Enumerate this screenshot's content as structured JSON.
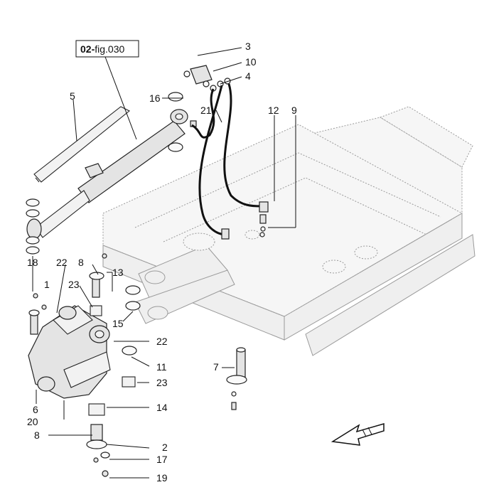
{
  "reference_box": {
    "prefix": "02-",
    "suffix": "fig.030"
  },
  "labels": {
    "l3": "3",
    "l10": "10",
    "l4": "4",
    "l5": "5",
    "l16": "16",
    "l21": "21",
    "l12": "12",
    "l9": "9",
    "l18": "18",
    "l22a": "22",
    "l8a": "8",
    "l13": "13",
    "l1": "1",
    "l23a": "23",
    "l15": "15",
    "l22b": "22",
    "l11": "11",
    "l23b": "23",
    "l6": "6",
    "l14": "14",
    "l20": "20",
    "l8b": "8",
    "l2": "2",
    "l17": "17",
    "l19": "19",
    "l7": "7"
  },
  "icons": {
    "direction": "front-direction-arrow-icon"
  }
}
